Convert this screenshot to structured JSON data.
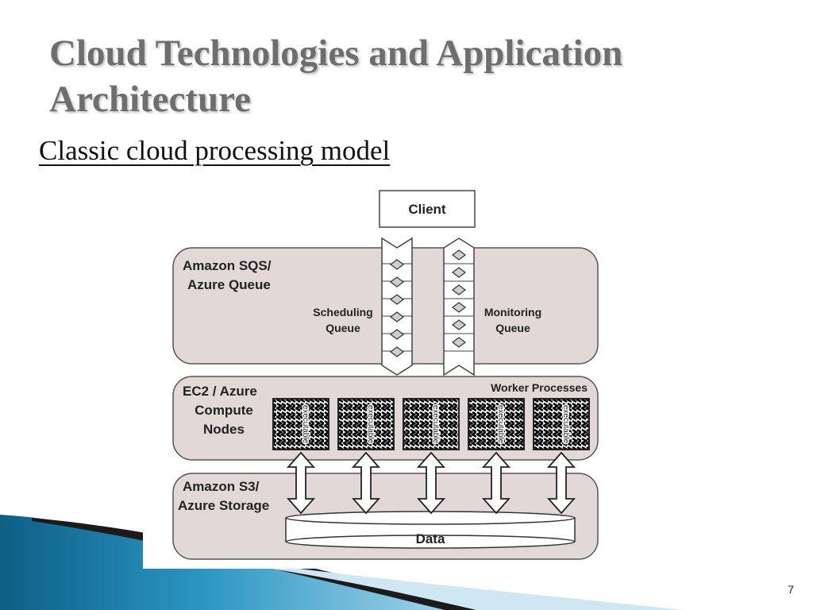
{
  "slide": {
    "title_line1": "Cloud Technologies and Application",
    "title_line2": "Architecture",
    "subtitle": "Classic cloud processing model",
    "page_number": "7"
  },
  "diagram": {
    "client_label": "Client",
    "queue_layer_label_1": "Amazon SQS/",
    "queue_layer_label_2": "Azure Queue",
    "scheduling_queue_label_1": "Scheduling",
    "scheduling_queue_label_2": "Queue",
    "monitoring_queue_label_1": "Monitoring",
    "monitoring_queue_label_2": "Queue",
    "compute_layer_label_1": "EC2 / Azure",
    "compute_layer_label_2": "Compute",
    "compute_layer_label_3": "Nodes",
    "worker_processes_label": "Worker Processes",
    "worker_label": "executable",
    "storage_layer_label_1": "Amazon S3/",
    "storage_layer_label_2": "Azure Storage",
    "data_label": "Data"
  },
  "colors": {
    "layer_fill": "#e2d8d8",
    "layer_stroke": "#555555",
    "title_gray": "#6e6e6e",
    "accent_blue": "#1b7fae"
  }
}
